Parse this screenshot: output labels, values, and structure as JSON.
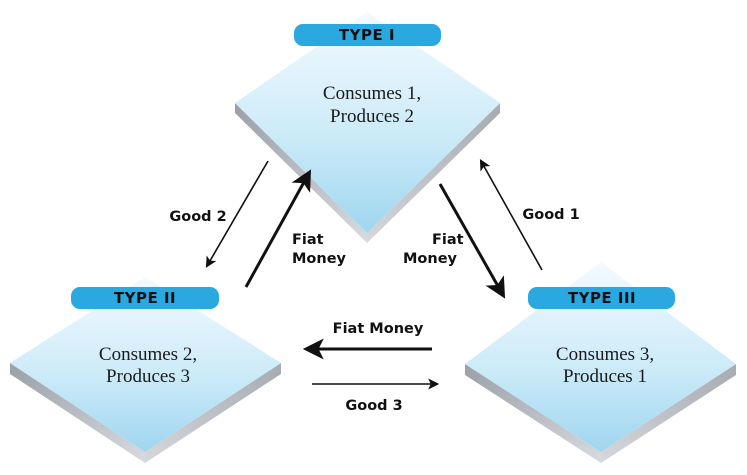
{
  "nodes": [
    {
      "badge": "TYPE I",
      "line1": "Consumes 1,",
      "line2": "Produces 2"
    },
    {
      "badge": "TYPE II",
      "line1": "Consumes 2,",
      "line2": "Produces 3"
    },
    {
      "badge": "TYPE III",
      "line1": "Consumes 3,",
      "line2": "Produces 1"
    }
  ],
  "arrows": {
    "good_2": "Good 2",
    "fiat_money_left_1": "Fiat",
    "fiat_money_left_2": "Money",
    "fiat_money_right_1": "Fiat",
    "fiat_money_right_2": "Money",
    "good_1": "Good 1",
    "fiat_money_bottom": "Fiat Money",
    "good_3": "Good 3"
  },
  "colors": {
    "badge_fill": "#2aa9e0",
    "tile_top_light": "#f1f9fd",
    "tile_top_dark": "#a9daf1",
    "tile_side": "#c2c6cc",
    "arrow": "#111111"
  }
}
